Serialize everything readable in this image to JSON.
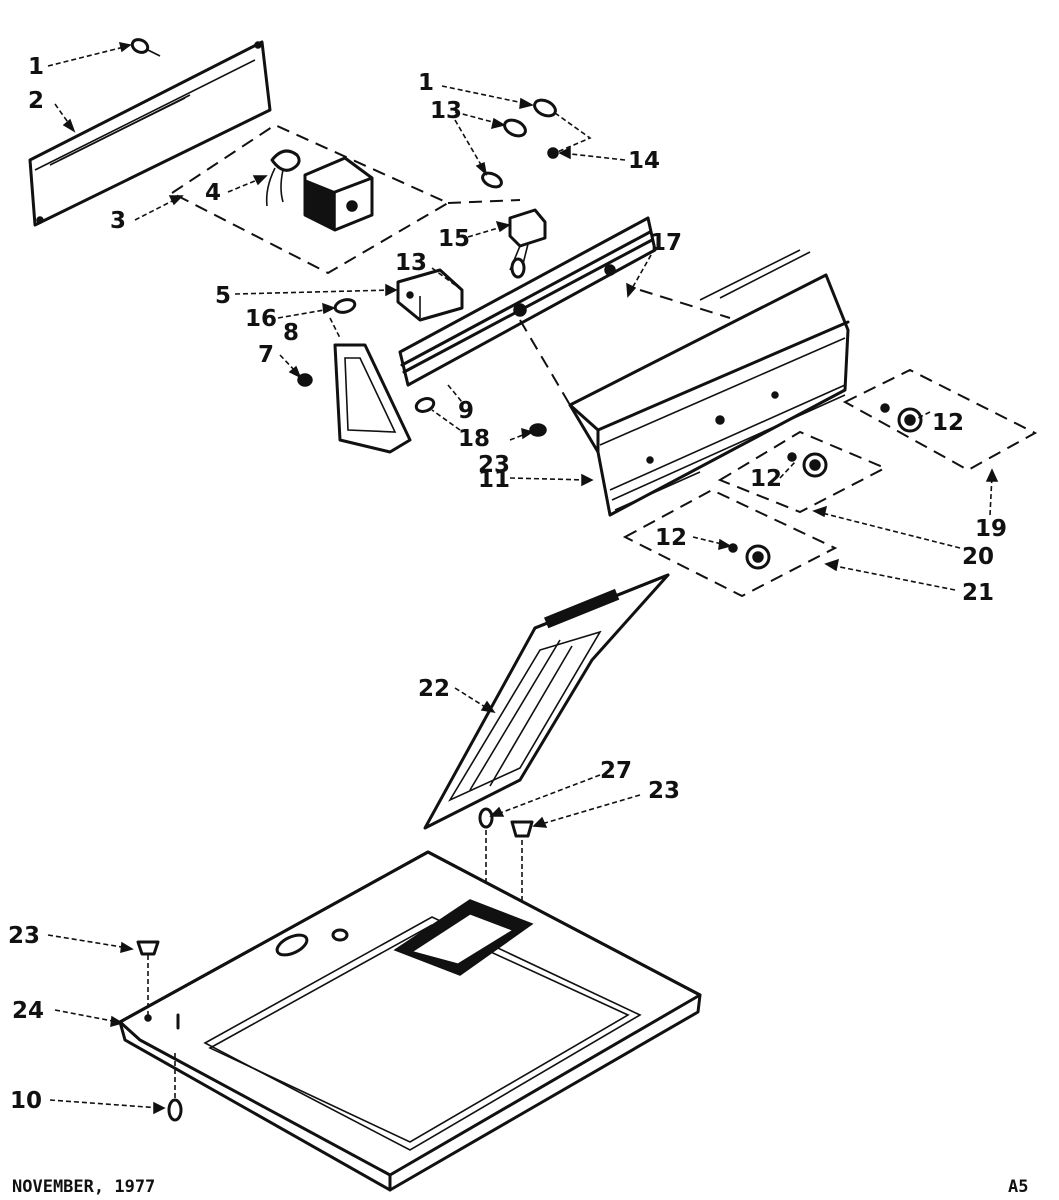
{
  "callouts": {
    "c1a": "1",
    "c2": "2",
    "c3": "3",
    "c4": "4",
    "c5": "5",
    "c7": "7",
    "c8": "8",
    "c9": "9",
    "c10": "10",
    "c11": "11",
    "c1b": "1",
    "c13a": "13",
    "c13b": "13",
    "c14": "14",
    "c15": "15",
    "c16": "16",
    "c17": "17",
    "c18": "18",
    "c12a": "12",
    "c12b": "12",
    "c12c": "12",
    "c19": "19",
    "c20": "20",
    "c21": "21",
    "c22": "22",
    "c23a": "23",
    "c23b": "23",
    "c23c": "23",
    "c24": "24",
    "c27": "27"
  },
  "footer": {
    "date": "NOVEMBER, 1977",
    "page": "A5"
  }
}
